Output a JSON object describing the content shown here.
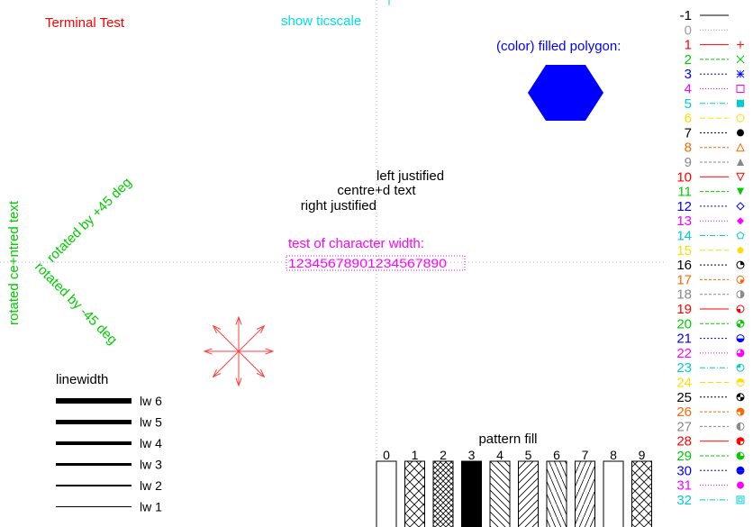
{
  "title": "Terminal Test",
  "ticscale_label": "show ticscale",
  "polygon": {
    "label": "(color) filled polygon:",
    "color": "#0000ff"
  },
  "justify": {
    "left": "left justified",
    "centre": "centre+d text",
    "right": "right justified"
  },
  "char_width": {
    "label": "test of character width:",
    "sample": "12345678901234567890",
    "color": "#ff00ff"
  },
  "rotated": {
    "plus45": "rotated by +45 deg",
    "minus45": "rotated by -45 deg",
    "vertical": "rotated ce+ntred text",
    "color": "#00cc00"
  },
  "linewidth": {
    "title": "linewidth",
    "items": [
      {
        "label": "lw 6",
        "width": 6
      },
      {
        "label": "lw 5",
        "width": 5
      },
      {
        "label": "lw 4",
        "width": 4
      },
      {
        "label": "lw 3",
        "width": 3
      },
      {
        "label": "lw 2",
        "width": 2
      },
      {
        "label": "lw 1",
        "width": 1
      }
    ]
  },
  "pattern_fill": {
    "title": "pattern fill",
    "patterns": [
      "0",
      "1",
      "2",
      "3",
      "4",
      "5",
      "6",
      "7",
      "8",
      "9"
    ]
  },
  "arrows": {
    "color": "#ff4040"
  },
  "line_types": [
    {
      "label": "-1",
      "color": "#000000",
      "dash": "",
      "point": "none"
    },
    {
      "label": "0",
      "color": "#a0a0a0",
      "dash": "1,2",
      "point": "none"
    },
    {
      "label": "1",
      "color": "#ff0000",
      "dash": "",
      "point": "plus"
    },
    {
      "label": "2",
      "color": "#00cc00",
      "dash": "4,2",
      "point": "cross"
    },
    {
      "label": "3",
      "color": "#0000ff",
      "dash": "2,2",
      "point": "star"
    },
    {
      "label": "4",
      "color": "#ff00ff",
      "dash": "1,2",
      "point": "box"
    },
    {
      "label": "5",
      "color": "#00cccc",
      "dash": "6,2,1,2",
      "point": "fbox"
    },
    {
      "label": "6",
      "color": "#ffdd00",
      "dash": "6,3",
      "point": "circle"
    },
    {
      "label": "7",
      "color": "#000000",
      "dash": "2,2",
      "point": "fcircle"
    },
    {
      "label": "8",
      "color": "#ff6600",
      "dash": "3,2",
      "point": "triangle"
    },
    {
      "label": "9",
      "color": "#888888",
      "dash": "3,2",
      "point": "ftriangle"
    },
    {
      "label": "10",
      "color": "#ff0000",
      "dash": "",
      "point": "dtriangle"
    },
    {
      "label": "11",
      "color": "#00cc00",
      "dash": "4,2",
      "point": "fdtriangle"
    },
    {
      "label": "12",
      "color": "#0000ff",
      "dash": "2,2",
      "point": "diamond"
    },
    {
      "label": "13",
      "color": "#ff00ff",
      "dash": "1,2",
      "point": "fdiamond"
    },
    {
      "label": "14",
      "color": "#00cccc",
      "dash": "6,2,1,2",
      "point": "pentagon"
    },
    {
      "label": "15",
      "color": "#ffdd00",
      "dash": "6,3",
      "point": "fpentagon"
    },
    {
      "label": "16",
      "color": "#000000",
      "dash": "2,2",
      "point": "circ1"
    },
    {
      "label": "17",
      "color": "#ff6600",
      "dash": "3,2",
      "point": "circ2"
    },
    {
      "label": "18",
      "color": "#888888",
      "dash": "3,2",
      "point": "circ3"
    },
    {
      "label": "19",
      "color": "#ff0000",
      "dash": "",
      "point": "circ4"
    },
    {
      "label": "20",
      "color": "#00cc00",
      "dash": "4,2",
      "point": "circ5"
    },
    {
      "label": "21",
      "color": "#0000ff",
      "dash": "2,2",
      "point": "circ6"
    },
    {
      "label": "22",
      "color": "#ff00ff",
      "dash": "1,2",
      "point": "circ7"
    },
    {
      "label": "23",
      "color": "#00cccc",
      "dash": "6,2,1,2",
      "point": "circ8"
    },
    {
      "label": "24",
      "color": "#ffdd00",
      "dash": "6,3",
      "point": "circ9"
    },
    {
      "label": "25",
      "color": "#000000",
      "dash": "2,2",
      "point": "circ10"
    },
    {
      "label": "26",
      "color": "#ff6600",
      "dash": "3,2",
      "point": "circ11"
    },
    {
      "label": "27",
      "color": "#888888",
      "dash": "3,2",
      "point": "circ12"
    },
    {
      "label": "28",
      "color": "#ff0000",
      "dash": "",
      "point": "circ13"
    },
    {
      "label": "29",
      "color": "#00cc00",
      "dash": "4,2",
      "point": "circ14"
    },
    {
      "label": "30",
      "color": "#0000ff",
      "dash": "2,2",
      "point": "circ15"
    },
    {
      "label": "31",
      "color": "#ff00ff",
      "dash": "1,2",
      "point": "fcircle"
    },
    {
      "label": "32",
      "color": "#00cccc",
      "dash": "6,2,1,2",
      "point": "sqbox"
    }
  ]
}
